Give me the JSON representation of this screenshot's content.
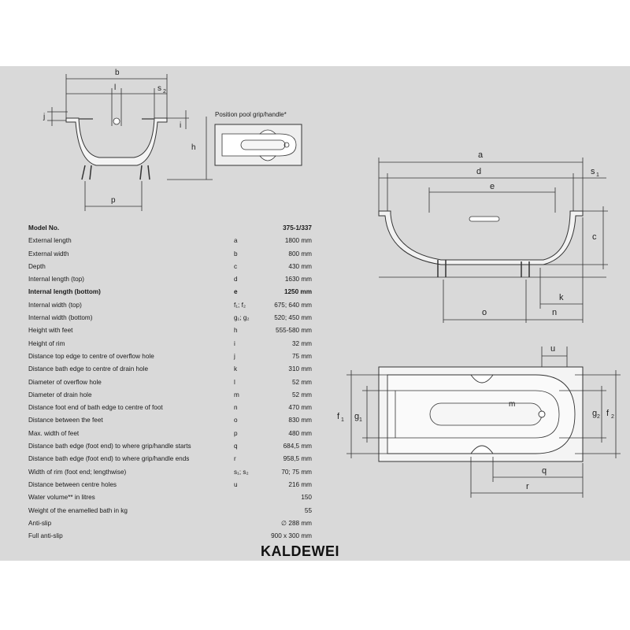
{
  "top_view": {
    "labels": {
      "b": "b",
      "l": "l",
      "s2": "s",
      "s2_sub": "2",
      "j": "j",
      "i": "i",
      "h": "h",
      "p": "p"
    }
  },
  "grip_inset": {
    "caption": "Position pool grip/handle*"
  },
  "side_view": {
    "labels": {
      "a": "a",
      "d": "d",
      "s1": "s",
      "s1_sub": "1",
      "e": "e",
      "c": "c",
      "k": "k",
      "o": "o",
      "n": "n"
    }
  },
  "plan_view": {
    "labels": {
      "u": "u",
      "f1": "f",
      "f1_sub": "1",
      "g1": "g",
      "g1_sub": "1",
      "m": "m",
      "g2": "g",
      "g2_sub": "2",
      "f2": "f",
      "f2_sub": "2",
      "q": "q",
      "r": "r"
    }
  },
  "table": {
    "header": {
      "name": "Model No.",
      "value": "375-1/337"
    },
    "rows": [
      {
        "name": "External length",
        "sym": "a",
        "value": "1800 mm"
      },
      {
        "name": "External width",
        "sym": "b",
        "value": "800 mm"
      },
      {
        "name": "Depth",
        "sym": "c",
        "value": "430 mm"
      },
      {
        "name": "Internal length (top)",
        "sym": "d",
        "value": "1630 mm"
      },
      {
        "name": "Internal length (bottom)",
        "sym": "e",
        "value": "1250 mm",
        "bold": true
      },
      {
        "name": "Internal width (top)",
        "sym": "f₁; f₂",
        "value": "675; 640 mm"
      },
      {
        "name": "Internal width (bottom)",
        "sym": "g₁; g₂",
        "value": "520; 450 mm"
      },
      {
        "name": "Height with feet",
        "sym": "h",
        "value": "555-580 mm"
      },
      {
        "name": "Height of rim",
        "sym": "i",
        "value": "32 mm"
      },
      {
        "name": "Distance top edge to centre of overflow hole",
        "sym": "j",
        "value": "75 mm"
      },
      {
        "name": "Distance bath edge to centre of drain hole",
        "sym": "k",
        "value": "310 mm"
      },
      {
        "name": "Diameter of overflow hole",
        "sym": "l",
        "value": "52 mm"
      },
      {
        "name": "Diameter of drain hole",
        "sym": "m",
        "value": "52 mm"
      },
      {
        "name": "Distance foot end of bath edge to centre of foot",
        "sym": "n",
        "value": "470 mm"
      },
      {
        "name": "Distance between the feet",
        "sym": "o",
        "value": "830 mm"
      },
      {
        "name": "Max. width of feet",
        "sym": "p",
        "value": "480 mm"
      },
      {
        "name": "Distance bath edge (foot end) to where grip/handle starts",
        "sym": "q",
        "value": "684,5 mm"
      },
      {
        "name": "Distance bath edge (foot end) to where grip/handle ends",
        "sym": "r",
        "value": "958,5 mm"
      },
      {
        "name": "Width of rim (foot end; lengthwise)",
        "sym": "s₁; s₂",
        "value": "70; 75 mm"
      },
      {
        "name": "Distance between centre holes",
        "sym": "u",
        "value": "216 mm"
      },
      {
        "name": "Water volume** in litres",
        "sym": "",
        "value": "150"
      },
      {
        "name": "Weight of the enamelled bath in kg",
        "sym": "",
        "value": "55"
      },
      {
        "name": "Anti-slip",
        "sym": "",
        "value": "∅ 288 mm"
      },
      {
        "name": "Full anti-slip",
        "sym": "",
        "value": "900 x 300 mm"
      }
    ]
  },
  "brand": "KALDEWEI"
}
